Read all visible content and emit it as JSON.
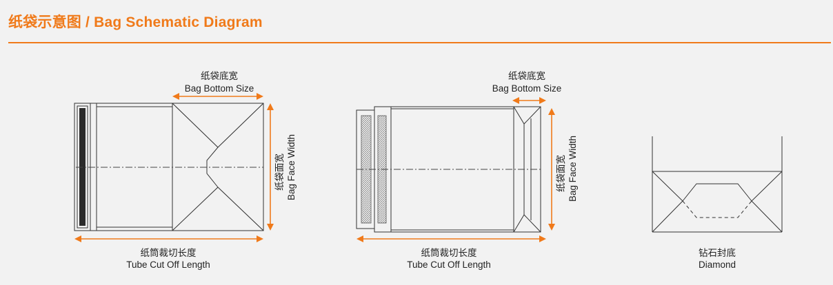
{
  "header": {
    "title": "纸袋示意图 / Bag Schematic Diagram"
  },
  "diagram1": {
    "bottom_label_cn": "纸袋底宽",
    "bottom_label_en": "Bag Bottom Size",
    "face_label_cn": "纸袋面宽",
    "face_label_en": "Bag Face Width",
    "length_label_cn": "纸筒裁切长度",
    "length_label_en": "Tube Cut Off Length"
  },
  "diagram2": {
    "bottom_label_cn": "纸袋底宽",
    "bottom_label_en": "Bag Bottom Size",
    "face_label_cn": "纸袋面宽",
    "face_label_en": "Bag Face Width",
    "length_label_cn": "纸筒裁切长度",
    "length_label_en": "Tube Cut Off Length"
  },
  "diagram3": {
    "label_cn": "钻石封底",
    "label_en": "Diamond"
  },
  "colors": {
    "accent": "#f07a1a",
    "line": "#333333",
    "background": "#f2f2f2"
  }
}
